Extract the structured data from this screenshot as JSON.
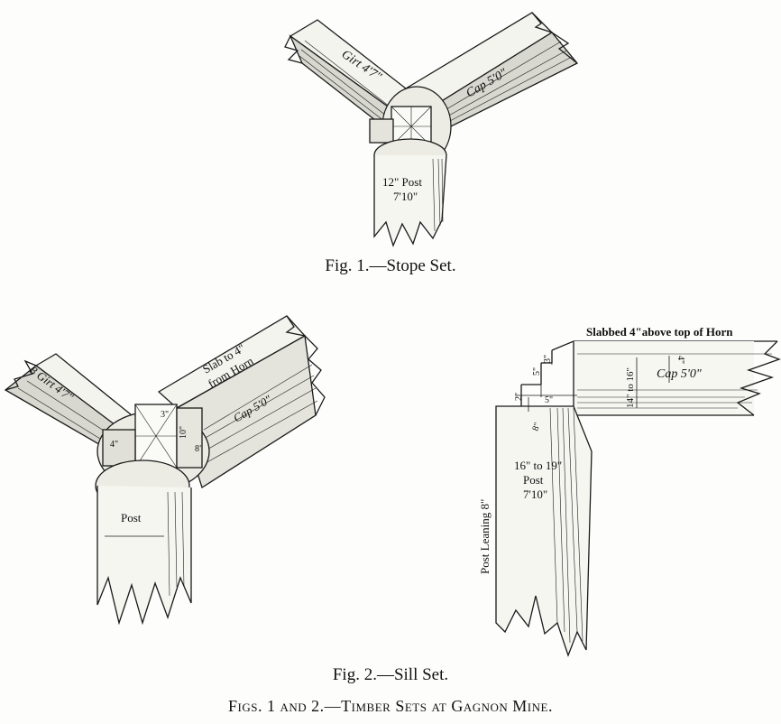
{
  "captions": {
    "fig1": "Fig. 1.—Stope Set.",
    "fig2": "Fig. 2.—Sill Set.",
    "main": "Figs. 1 and 2.—Timber Sets at Gagnon Mine."
  },
  "fig1": {
    "girt": "Girt 4'7\"",
    "cap": "Cap 5'0\"",
    "post_line1": "12\" Post",
    "post_line2": "7'10\""
  },
  "fig2a": {
    "girt": "8 Girt 4'7\"",
    "slab_line1": "Slab to 4\"",
    "slab_line2": "from Horn",
    "cap": "Cap 5'0\"",
    "post": "Post",
    "dim_a": "4\"",
    "dim_b": "10\"",
    "dim_c": "8\"",
    "dim_d": "3\""
  },
  "fig2b": {
    "slabbed": "Slabbed 4\"above top of Horn",
    "cap": "Cap 5'0\"",
    "dim_16": "14\" to 16\"",
    "dim_4": "4\"",
    "dim_5": "5\"",
    "dim_3": "3\"",
    "dim_2": "2\"",
    "dim_5b": "5\"",
    "dim_8": "8\"",
    "post_line1": "16\" to 19\"",
    "post_line2": "Post",
    "post_line3": "7'10\"",
    "leaning": "Post Leaning 8\""
  }
}
